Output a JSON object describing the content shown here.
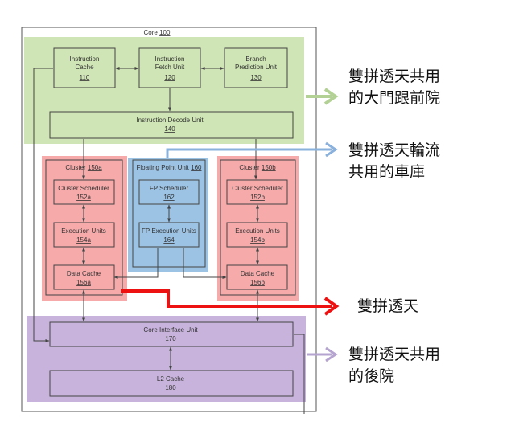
{
  "core": {
    "title": "Core",
    "number": "100"
  },
  "units": {
    "icache": {
      "line1": "Instruction",
      "line2": "Cache",
      "number": "110"
    },
    "fetch": {
      "line1": "Instruction",
      "line2": "Fetch Unit",
      "number": "120"
    },
    "branch": {
      "line1": "Branch",
      "line2": "Prediction Unit",
      "number": "130"
    },
    "decode": {
      "name": "Instruction Decode Unit",
      "number": "140"
    },
    "cluster_a": {
      "title": "Cluster",
      "number": "150a"
    },
    "cluster_b": {
      "title": "Cluster",
      "number": "150b"
    },
    "fpu": {
      "title": "Floating Point Unit",
      "number": "160"
    },
    "sched_a": {
      "name": "Cluster Scheduler",
      "number": "152a"
    },
    "exec_a": {
      "name": "Execution Units",
      "number": "154a"
    },
    "dcache_a": {
      "name": "Data Cache",
      "number": "156a"
    },
    "fp_sched": {
      "name": "FP Scheduler",
      "number": "162"
    },
    "fp_exec": {
      "name": "FP Execution Units",
      "number": "164"
    },
    "sched_b": {
      "name": "Cluster Scheduler",
      "number": "152b"
    },
    "exec_b": {
      "name": "Execution Units",
      "number": "154b"
    },
    "dcache_b": {
      "name": "Data Cache",
      "number": "156b"
    },
    "ciu": {
      "name": "Core Interface Unit",
      "number": "170"
    },
    "l2": {
      "name": "L2 Cache",
      "number": "180"
    }
  },
  "annotations": {
    "front_yard": {
      "line1": "雙拼透天共用",
      "line2": "的大門跟前院"
    },
    "garage": {
      "line1": "雙拼透天輪流",
      "line2": "共用的車庫"
    },
    "duplex": {
      "line1": "雙拼透天"
    },
    "back_yard": {
      "line1": "雙拼透天共用",
      "line2": "的後院"
    }
  },
  "colors": {
    "green_region": "#cfe5b5",
    "red_region": "#f6aaaa",
    "blue_region": "#9cc3e4",
    "purple_region": "#c8b3dd",
    "arrow_green": "#b4d195",
    "arrow_blue": "#8ab0dc",
    "arrow_red": "#ee1111",
    "arrow_purple": "#b4a4cf"
  }
}
